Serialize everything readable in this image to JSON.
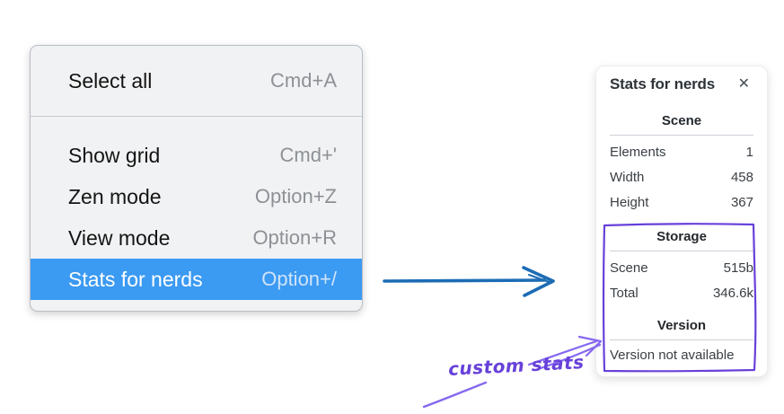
{
  "context_menu": {
    "groups": [
      {
        "items": [
          {
            "label": "Select all",
            "shortcut": "Cmd+A"
          }
        ]
      },
      {
        "items": [
          {
            "label": "Show grid",
            "shortcut": "Cmd+'"
          },
          {
            "label": "Zen mode",
            "shortcut": "Option+Z"
          },
          {
            "label": "View mode",
            "shortcut": "Option+R"
          },
          {
            "label": "Stats for nerds",
            "shortcut": "Option+/",
            "active": true
          }
        ]
      }
    ],
    "highlight_color": "#3b9af2"
  },
  "stats_panel": {
    "title": "Stats for nerds",
    "close_icon": "✕",
    "sections": [
      {
        "header": "Scene",
        "rows": [
          {
            "label": "Elements",
            "value": "1"
          },
          {
            "label": "Width",
            "value": "458"
          },
          {
            "label": "Height",
            "value": "367"
          }
        ]
      },
      {
        "header": "Storage",
        "rows": [
          {
            "label": "Scene",
            "value": "515b"
          },
          {
            "label": "Total",
            "value": "346.6k"
          }
        ]
      },
      {
        "header": "Version",
        "note": "Version not available"
      }
    ]
  },
  "annotations": {
    "label": "custom stats",
    "label_color": "#6741d9",
    "box_color": "#6741d9",
    "purple_arrow_color": "#8668ef",
    "blue_arrow_color": "#1c6cb4"
  }
}
